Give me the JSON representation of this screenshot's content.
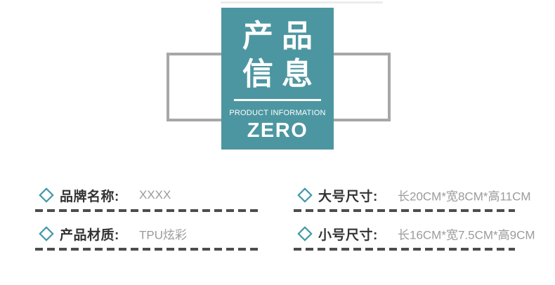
{
  "banner": {
    "title_line1": "产品",
    "title_line2": "信息",
    "subtitle": "PRODUCT INFORMATION",
    "brand": "ZERO"
  },
  "specs": {
    "items": [
      {
        "label": "品牌名称:",
        "value": "XXXX"
      },
      {
        "label": "产品材质:",
        "value": "TPU炫彩"
      },
      {
        "label": "大号尺寸:",
        "value": "长20CM*宽8CM*高11CM"
      },
      {
        "label": "小号尺寸:",
        "value": "长16CM*宽7.5CM*高9CM"
      }
    ]
  },
  "icons": {
    "diamond": "diamond-outline-icon"
  },
  "colors": {
    "banner_teal": "#4c96a1",
    "frame_gray": "#a7a7a7",
    "label_text": "#333333",
    "value_text": "#9b9b9b",
    "dash_gray": "#4d4d4d",
    "diamond_stroke": "#4199a6"
  }
}
